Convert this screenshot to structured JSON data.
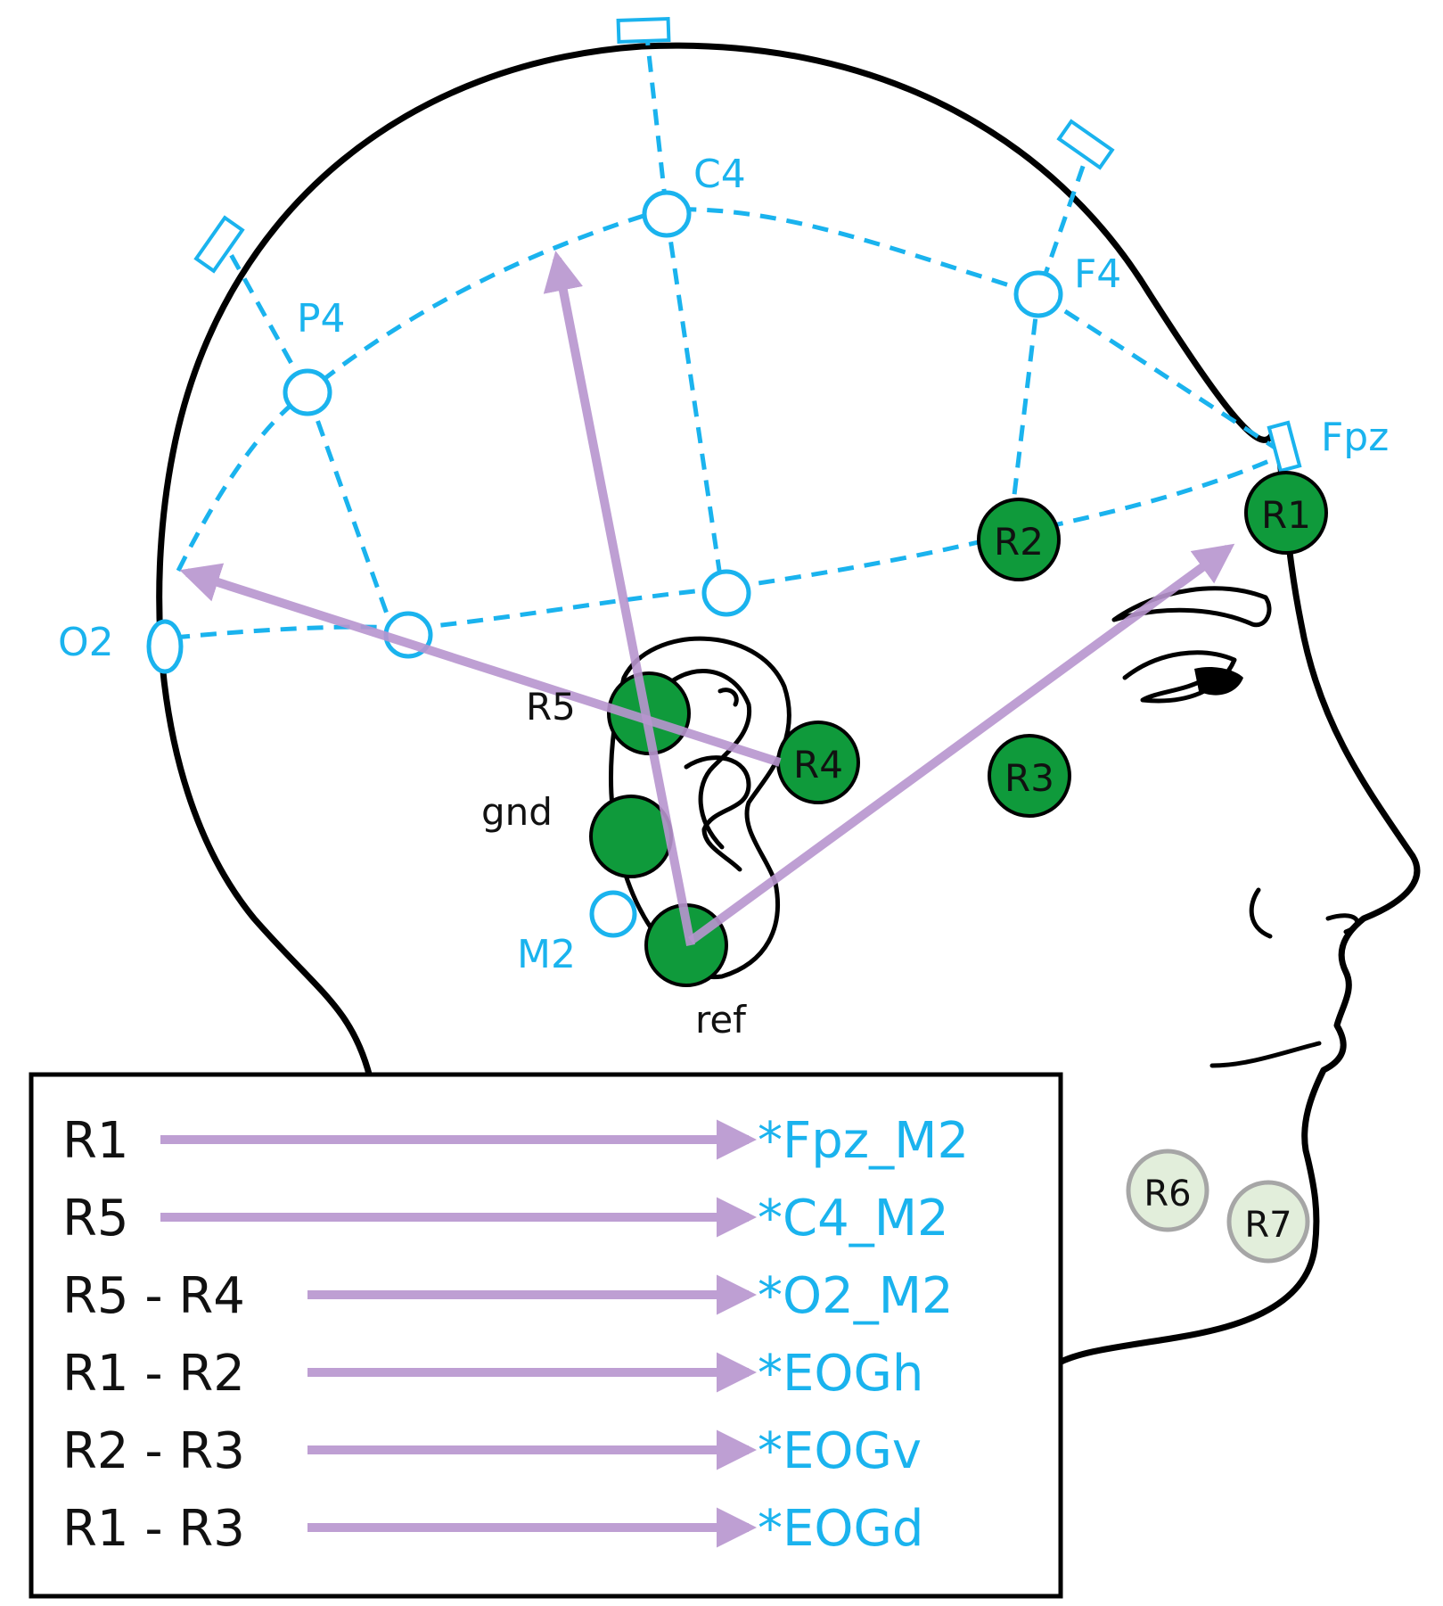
{
  "sites": {
    "fpz": "Fpz",
    "c4": "C4",
    "f4": "F4",
    "p4": "P4",
    "o2": "O2",
    "m2": "M2"
  },
  "electrodes": {
    "r1": "R1",
    "r2": "R2",
    "r3": "R3",
    "r4": "R4",
    "r5": "R5",
    "r6": "R6",
    "r7": "R7",
    "gnd": "gnd",
    "ref": "ref"
  },
  "legend": [
    {
      "source": "R1",
      "target": "*Fpz_M2"
    },
    {
      "source": "R5",
      "target": "*C4_M2"
    },
    {
      "source": "R5 - R4",
      "target": "*O2_M2"
    },
    {
      "source": "R1 - R2",
      "target": "*EOGh"
    },
    {
      "source": "R2 - R3",
      "target": "*EOGv"
    },
    {
      "source": "R1 - R3",
      "target": "*EOGd"
    }
  ],
  "colors": {
    "electrode": "#0f9a3b",
    "inactive_electrode": "#e2eedb",
    "montage_line": "#1ab3ee",
    "derivation_arrow": "#b895cf"
  }
}
